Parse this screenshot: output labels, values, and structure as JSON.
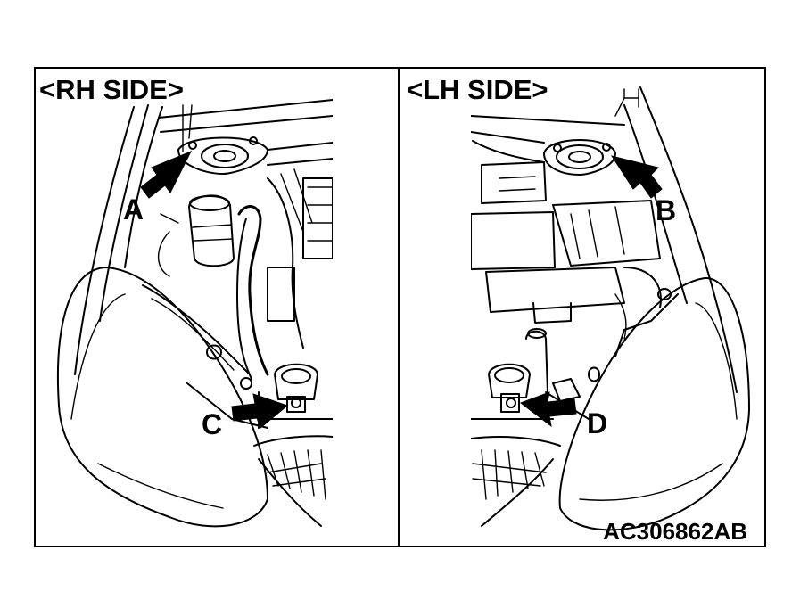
{
  "panels": {
    "rh": {
      "title": "<RH SIDE>"
    },
    "lh": {
      "title": "<LH SIDE>"
    }
  },
  "callouts": {
    "a": "A",
    "b": "B",
    "c": "C",
    "d": "D"
  },
  "figure_id": "AC306862AB",
  "colors": {
    "line": "#000000",
    "background": "#ffffff"
  }
}
